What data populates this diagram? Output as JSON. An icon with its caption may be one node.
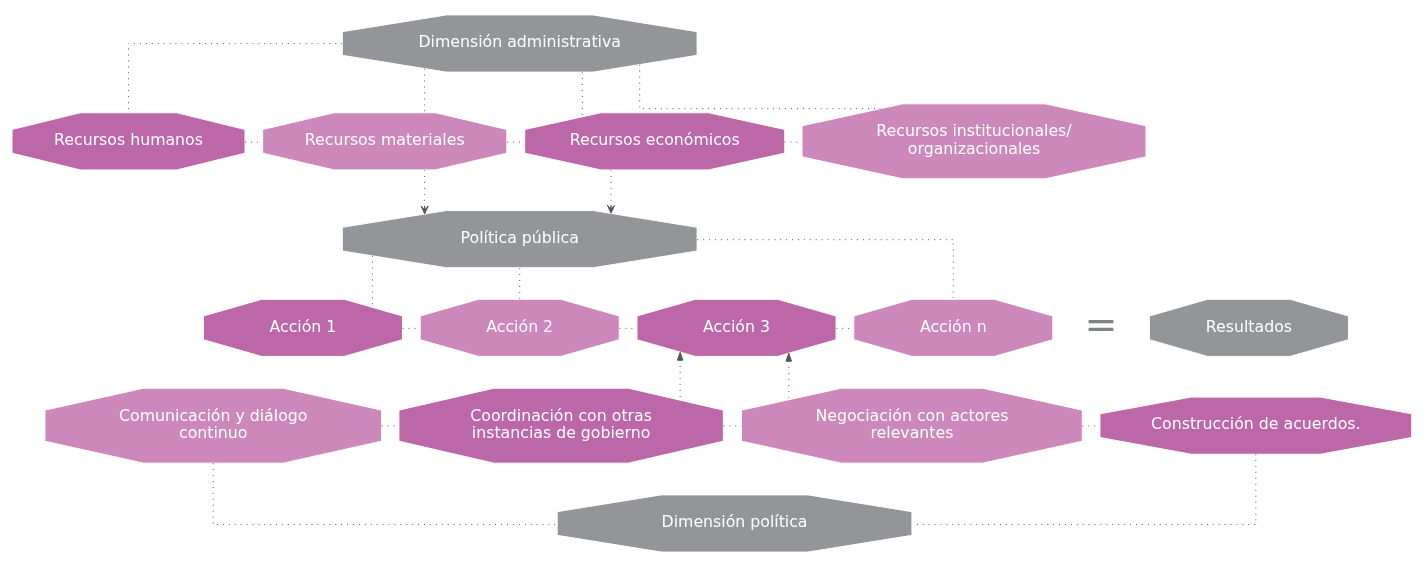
{
  "diagram": {
    "nodes": [
      {
        "text": [
          "Dimensión administrativa"
        ]
      },
      {
        "text": [
          "Recursos humanos"
        ]
      },
      {
        "text": [
          "Recursos materiales"
        ]
      },
      {
        "text": [
          "Recursos económicos"
        ]
      },
      {
        "text": [
          "Recursos institucionales/ organizacionales"
        ]
      },
      {
        "text": [
          "Política pública"
        ]
      },
      {
        "text": [
          "Acción 1"
        ]
      },
      {
        "text": [
          "Acción 2"
        ]
      },
      {
        "text": [
          "Acción 3"
        ]
      },
      {
        "text": [
          "Acción n"
        ]
      },
      {
        "text": [
          "Resultados"
        ]
      },
      {
        "text": [
          "Comunicación y diálogo continuo"
        ]
      },
      {
        "text": [
          "Coordinación con otras instancias de gobierno"
        ]
      },
      {
        "text": [
          "Negociación con actores relevantes"
        ]
      },
      {
        "text": [
          "Construcción de acuerdos."
        ]
      },
      {
        "text": [
          "Dimensión política"
        ]
      }
    ],
    "edges": [
      {
        "from": 0,
        "to": 1,
        "arrow": "none",
        "style": "dashed"
      },
      {
        "from": 0,
        "to": 2,
        "arrow": "none",
        "style": "dashed"
      },
      {
        "from": 0,
        "to": 3,
        "arrow": "none",
        "style": "dashed"
      },
      {
        "from": 0,
        "to": 4,
        "arrow": "none",
        "style": "dashed"
      },
      {
        "from": 1,
        "to": 2,
        "arrow": "none",
        "style": "dashed"
      },
      {
        "from": 2,
        "to": 3,
        "arrow": "none",
        "style": "dashed"
      },
      {
        "from": 3,
        "to": 4,
        "arrow": "none",
        "style": "dashed"
      },
      {
        "from": 2,
        "to": 5,
        "arrow": "to",
        "style": "dashed"
      },
      {
        "from": 3,
        "to": 5,
        "arrow": "to",
        "style": "dashed"
      },
      {
        "from": 5,
        "to": 6,
        "arrow": "none",
        "style": "dashed"
      },
      {
        "from": 5,
        "to": 7,
        "arrow": "none",
        "style": "dashed"
      },
      {
        "from": 5,
        "to": 9,
        "arrow": "none",
        "style": "dashed"
      },
      {
        "from": 6,
        "to": 7,
        "arrow": "none",
        "style": "dashed"
      },
      {
        "from": 7,
        "to": 8,
        "arrow": "none",
        "style": "dashed"
      },
      {
        "from": 8,
        "to": 9,
        "arrow": "none",
        "style": "dashed"
      },
      {
        "from": 11,
        "to": 12,
        "arrow": "none",
        "style": "dashed"
      },
      {
        "from": 12,
        "to": 13,
        "arrow": "none",
        "style": "dashed"
      },
      {
        "from": 13,
        "to": 14,
        "arrow": "none",
        "style": "dashed"
      },
      {
        "from": 12,
        "to": 8,
        "arrow": "to",
        "style": "dashed"
      },
      {
        "from": 13,
        "to": 8,
        "arrow": "to",
        "style": "dashed"
      },
      {
        "from": 11,
        "to": 15,
        "arrow": "none",
        "style": "dashed"
      },
      {
        "from": 14,
        "to": 15,
        "arrow": "none",
        "style": "dashed"
      }
    ],
    "labels": [
      "="
    ]
  }
}
